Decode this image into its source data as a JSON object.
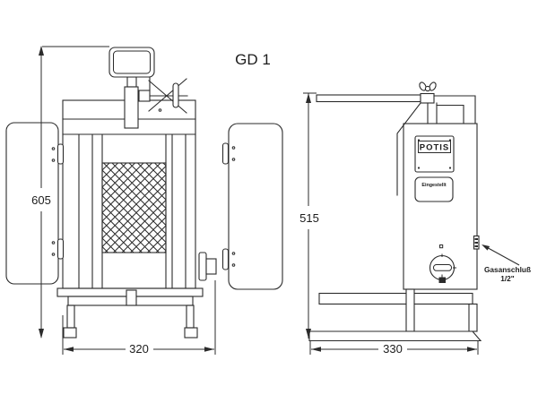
{
  "title": "GD 1",
  "front_view": {
    "height_dim": "605",
    "width_dim": "320"
  },
  "side_view": {
    "height_dim": "515",
    "depth_dim": "330",
    "brand_plate": "POTIS",
    "settings_plate": "Eingestellt",
    "gas_label_line1": "Gasanschluß",
    "gas_label_line2": "1/2\""
  },
  "colors": {
    "background": "#ffffff",
    "line": "#2b2b2b"
  }
}
